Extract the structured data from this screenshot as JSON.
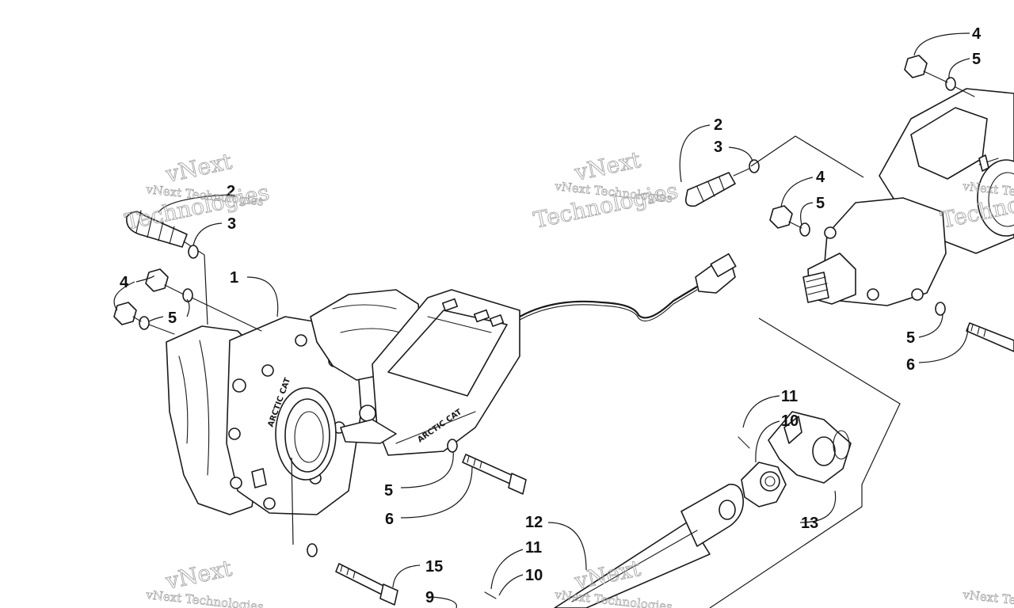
{
  "diagram": {
    "callouts": [
      {
        "id": "c1",
        "text": "1"
      },
      {
        "id": "c2a",
        "text": "2"
      },
      {
        "id": "c3a",
        "text": "3"
      },
      {
        "id": "c4a",
        "text": "4"
      },
      {
        "id": "c5a",
        "text": "5"
      },
      {
        "id": "c5b",
        "text": "5"
      },
      {
        "id": "c6a",
        "text": "6"
      },
      {
        "id": "c15",
        "text": "15"
      },
      {
        "id": "c9",
        "text": "9"
      },
      {
        "id": "c12",
        "text": "12"
      },
      {
        "id": "c11a",
        "text": "11"
      },
      {
        "id": "c10a",
        "text": "10"
      },
      {
        "id": "c11b",
        "text": "11"
      },
      {
        "id": "c10b",
        "text": "10"
      },
      {
        "id": "c13",
        "text": "13"
      },
      {
        "id": "c2b",
        "text": "2"
      },
      {
        "id": "c3b",
        "text": "3"
      },
      {
        "id": "c4b",
        "text": "4"
      },
      {
        "id": "c5c",
        "text": "5"
      },
      {
        "id": "c4c",
        "text": "4"
      },
      {
        "id": "c5d",
        "text": "5"
      },
      {
        "id": "c5e",
        "text": "5"
      },
      {
        "id": "c6b",
        "text": "6"
      }
    ],
    "cast_marks": [
      "ARCTIC CAT",
      "ARCTIC CAT"
    ],
    "watermark": {
      "line1": "vNext Technologies",
      "line2": "Technologies",
      "overlay": "vNext"
    }
  }
}
